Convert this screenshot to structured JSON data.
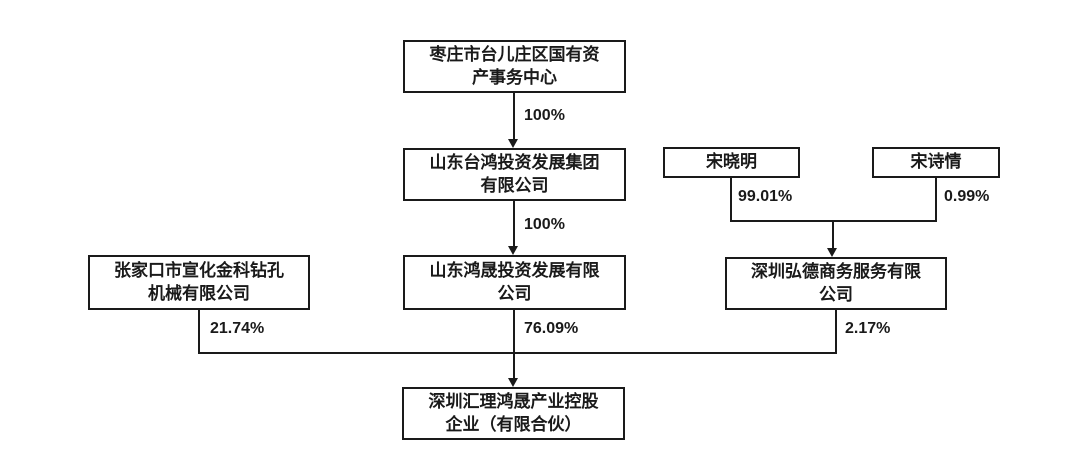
{
  "diagram": {
    "type": "equity-structure-chart",
    "background": "#ffffff",
    "colors": {
      "line": "#1a1a1a",
      "box_border": "#1a1a1a",
      "text": "#1a1a1a",
      "box_fill": "#ffffff"
    },
    "nodes": {
      "state_center": {
        "line1": "枣庄市台儿庄区国有资",
        "line2": "产事务中心"
      },
      "taihong": {
        "line1": "山东台鸿投资发展集团",
        "line2": "有限公司"
      },
      "hongsheng": {
        "line1": "山东鸿晟投资发展有限",
        "line2": "公司"
      },
      "zhangjiakou": {
        "line1": "张家口市宣化金科钻孔",
        "line2": "机械有限公司"
      },
      "song_xiaoming": {
        "line1": "宋晓明",
        "line2": ""
      },
      "song_shiqing": {
        "line1": "宋诗情",
        "line2": ""
      },
      "hongde": {
        "line1": "深圳弘德商务服务有限",
        "line2": "公司"
      },
      "partnership": {
        "line1": "深圳汇理鸿晟产业控股",
        "line2": "企业（有限合伙）"
      }
    },
    "edges": [
      {
        "from": "state_center",
        "to": "taihong",
        "label": "100%"
      },
      {
        "from": "taihong",
        "to": "hongsheng",
        "label": "100%"
      },
      {
        "from": "zhangjiakou",
        "to": "partnership",
        "label": "21.74%"
      },
      {
        "from": "hongsheng",
        "to": "partnership",
        "label": "76.09%"
      },
      {
        "from": "hongde",
        "to": "partnership",
        "label": "2.17%"
      },
      {
        "from": "song_xiaoming",
        "to": "hongde",
        "label": "99.01%"
      },
      {
        "from": "song_shiqing",
        "to": "hongde",
        "label": "0.99%"
      }
    ]
  }
}
